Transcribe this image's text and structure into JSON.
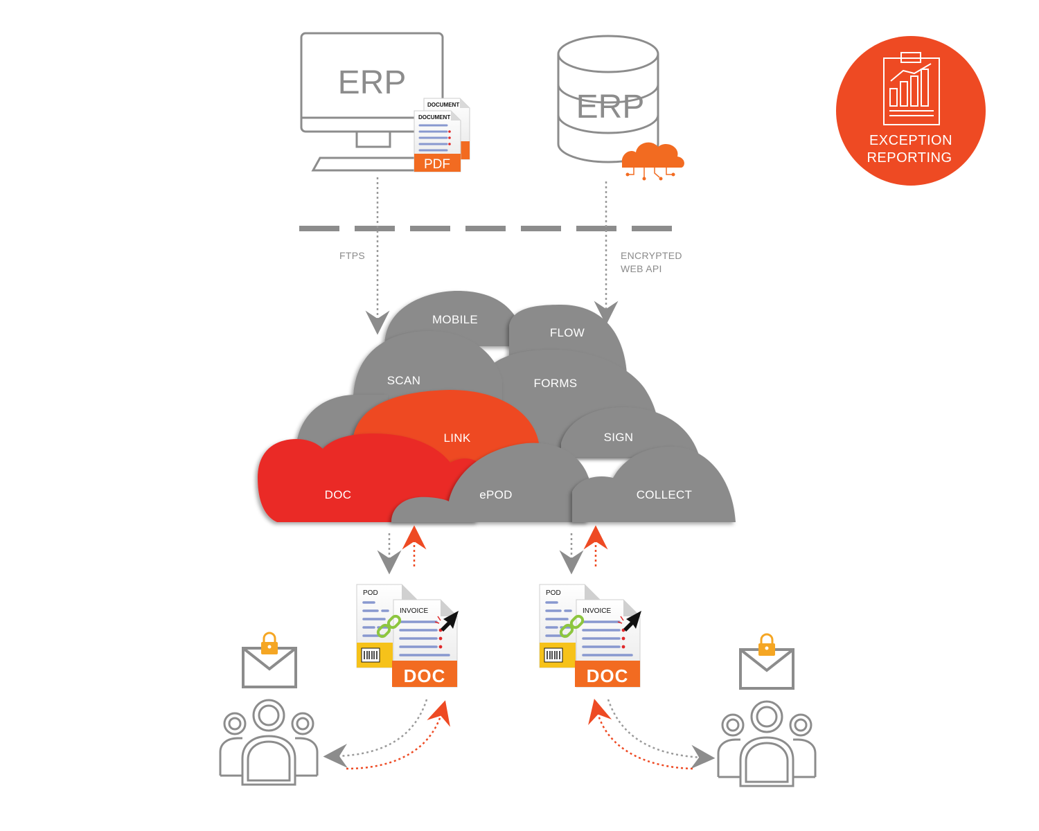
{
  "erp_desktop": {
    "label": "ERP"
  },
  "erp_database": {
    "label": "ERP"
  },
  "pdf_documents": {
    "doc_label_1": "DOCUMENT",
    "doc_label_2": "DOCUMENT",
    "tag": "PDF"
  },
  "connections": {
    "left": "FTPS",
    "right_line1": "ENCRYPTED",
    "right_line2": "WEB API"
  },
  "cloud": {
    "mobile": "MOBILE",
    "flow": "FLOW",
    "scan": "SCAN",
    "forms": "FORMS",
    "link": "LINK",
    "sign": "SIGN",
    "doc": "DOC",
    "epod": "ePOD",
    "collect": "COLLECT"
  },
  "exception_badge": {
    "line1": "EXCEPTION",
    "line2": "REPORTING",
    "color": "#ee4a23"
  },
  "doc_stacks": [
    {
      "pod": "POD",
      "invoice": "INVOICE",
      "tag": "DOC"
    },
    {
      "pod": "POD",
      "invoice": "INVOICE",
      "tag": "DOC"
    }
  ],
  "colors": {
    "gray": "#8c8c8c",
    "cloud_gray": "#8b8b8b",
    "orange": "#ee4a23",
    "red": "#ea2b27",
    "pdf_orange": "#f26b21",
    "yellow": "#f6c21a",
    "green_link": "#8dc63f"
  },
  "icons": [
    "desktop-monitor-icon",
    "database-icon",
    "cloud-network-icon",
    "clipboard-chart-icon",
    "padlock-envelope-icon",
    "group-users-icon",
    "chain-link-icon",
    "cursor-arrow-icon",
    "barcode-icon"
  ]
}
